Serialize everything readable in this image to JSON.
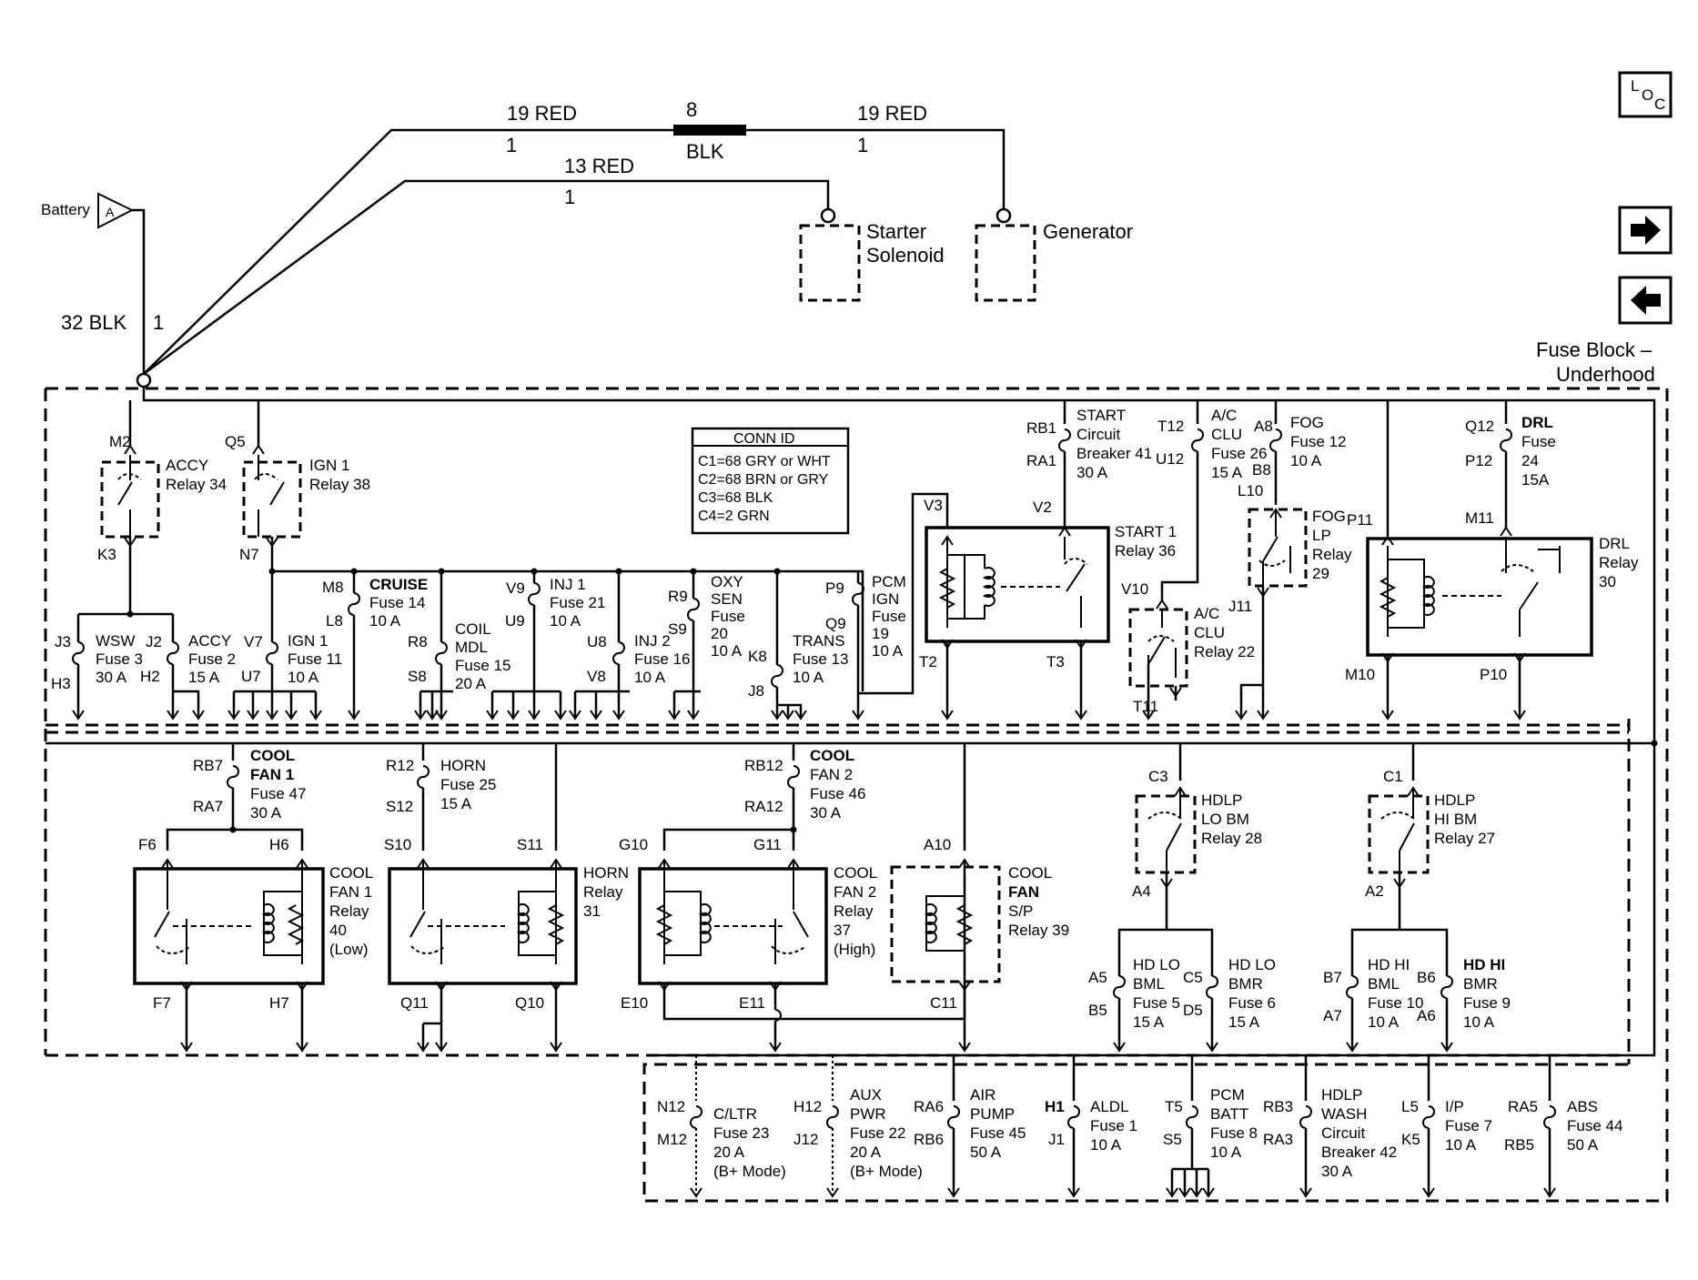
{
  "nav": {
    "loc": [
      "L",
      "O",
      "C"
    ],
    "next_icon": "arrow-right-icon",
    "prev_icon": "arrow-left-icon"
  },
  "top": {
    "battery": "Battery",
    "battery_tag": "A",
    "w1_label": "19 RED",
    "w1_pin": "1",
    "link_num": "8",
    "link_color": "BLK",
    "w2_label": "19 RED",
    "w2_pin": "1",
    "w3_label": "13 RED",
    "w3_pin": "1",
    "w4_label": "32 BLK",
    "w4_pin": "1",
    "starter": [
      "Starter",
      "Solenoid"
    ],
    "generator": "Generator"
  },
  "block_title": [
    "Fuse Block –",
    "Underhood"
  ],
  "conn_id": {
    "title": "CONN ID",
    "rows": [
      "C1=68 GRY or WHT",
      "C2=68 BRN or GRY",
      "C3=68 BLK",
      "C4=2 GRN"
    ]
  },
  "labels": {
    "accy_relay": [
      "ACCY",
      "Relay 34"
    ],
    "ign_relay": [
      "IGN 1",
      "Relay 38"
    ],
    "wsw": [
      "WSW",
      "Fuse 3",
      "30 A"
    ],
    "accy_fuse": [
      "ACCY",
      "Fuse 2",
      "15 A"
    ],
    "ign_fuse": [
      "IGN 1",
      "Fuse 11",
      "10 A"
    ],
    "cruise": [
      "CRUISE",
      "Fuse 14",
      "10 A"
    ],
    "coil": [
      "COIL",
      "MDL",
      "Fuse 15",
      "20 A"
    ],
    "inj1": [
      "INJ 1",
      "Fuse 21",
      "10 A"
    ],
    "inj2": [
      "INJ 2",
      "Fuse 16",
      "10 A"
    ],
    "oxy": [
      "OXY",
      "SEN",
      "Fuse",
      "20",
      "10 A"
    ],
    "trans": [
      "TRANS",
      "Fuse 13",
      "10 A"
    ],
    "pcm_ign": [
      "PCM",
      "IGN",
      "Fuse",
      "19",
      "10 A"
    ],
    "start_cb": [
      "START",
      "Circuit",
      "Breaker 41",
      "30 A"
    ],
    "ac_clu_fuse": [
      "A/C",
      "CLU",
      "Fuse 26",
      "15 A"
    ],
    "fog_fuse": [
      "FOG",
      "Fuse 12",
      "10 A"
    ],
    "drl_fuse": [
      "DRL",
      "Fuse",
      "24",
      "15A"
    ],
    "start_relay": [
      "START 1",
      "Relay 36"
    ],
    "ac_relay": [
      "A/C",
      "CLU",
      "Relay 22"
    ],
    "fog_relay": [
      "FOG",
      "LP",
      "Relay",
      "29"
    ],
    "drl_relay": [
      "DRL",
      "Relay",
      "30"
    ],
    "cool_fan1_fuse": [
      "COOL",
      "FAN 1",
      "Fuse 47",
      "30 A"
    ],
    "horn_fuse": [
      "HORN",
      "Fuse 25",
      "15 A"
    ],
    "cool_fan2_fuse": [
      "COOL",
      "FAN 2",
      "Fuse 46",
      "30 A"
    ],
    "cool_fan1_relay": [
      "COOL",
      "FAN 1",
      "Relay",
      "40",
      "(Low)"
    ],
    "horn_relay": [
      "HORN",
      "Relay",
      "31"
    ],
    "cool_fan2_relay": [
      "COOL",
      "FAN 2",
      "Relay",
      "37",
      "(High)"
    ],
    "cool_fan_sp": [
      "COOL",
      "FAN",
      "S/P",
      "Relay 39"
    ],
    "hdlp_lo_relay": [
      "HDLP",
      "LO BM",
      "Relay 28"
    ],
    "hdlp_hi_relay": [
      "HDLP",
      "HI BM",
      "Relay 27"
    ],
    "hd_lo_bml": [
      "HD LO",
      "BML",
      "Fuse 5",
      "15 A"
    ],
    "hd_lo_bmr": [
      "HD LO",
      "BMR",
      "Fuse 6",
      "15 A"
    ],
    "hd_hi_bml": [
      "HD HI",
      "BML",
      "Fuse 10",
      "10 A"
    ],
    "hd_hi_bmr": [
      "HD HI",
      "BMR",
      "Fuse 9",
      "10 A"
    ],
    "cltr": [
      "C/LTR",
      "Fuse 23",
      "20 A",
      "(B+ Mode)"
    ],
    "aux": [
      "AUX",
      "PWR",
      "Fuse 22",
      "20 A",
      "(B+ Mode)"
    ],
    "air": [
      "AIR",
      "PUMP",
      "Fuse 45",
      "50 A"
    ],
    "aldl": [
      "ALDL",
      "Fuse 1",
      "10 A"
    ],
    "pcm_batt": [
      "PCM",
      "BATT",
      "Fuse 8",
      "10 A"
    ],
    "hdlp_wash": [
      "HDLP",
      "WASH",
      "Circuit",
      "Breaker 42",
      "30 A"
    ],
    "ip": [
      "I/P",
      "Fuse 7",
      "10 A"
    ],
    "abs": [
      "ABS",
      "Fuse 44",
      "50 A"
    ]
  },
  "pins": {
    "M2": "M2",
    "Q5": "Q5",
    "K3": "K3",
    "N7": "N7",
    "J3": "J3",
    "H3": "H3",
    "J2": "J2",
    "H2": "H2",
    "V7": "V7",
    "U7": "U7",
    "M8": "M8",
    "L8": "L8",
    "R8": "R8",
    "S8": "S8",
    "V9": "V9",
    "U9": "U9",
    "U8": "U8",
    "V8": "V8",
    "R9": "R9",
    "S9": "S9",
    "K8": "K8",
    "J8": "J8",
    "P9": "P9",
    "Q9": "Q9",
    "V3": "V3",
    "T2": "T2",
    "T3": "T3",
    "RB1": "RB1",
    "RA1": "RA1",
    "V2": "V2",
    "T12": "T12",
    "U12": "U12",
    "V10": "V10",
    "T11": "T11",
    "A8": "A8",
    "B8": "B8",
    "L10": "L10",
    "J11": "J11",
    "P11": "P11",
    "Q12": "Q12",
    "P12": "P12",
    "M11": "M11",
    "M10": "M10",
    "P10": "P10",
    "RB7": "RB7",
    "RA7": "RA7",
    "F6": "F6",
    "H6": "H6",
    "F7": "F7",
    "H7": "H7",
    "R12": "R12",
    "S12": "S12",
    "S10": "S10",
    "S11": "S11",
    "Q11": "Q11",
    "Q10": "Q10",
    "RB12": "RB12",
    "RA12": "RA12",
    "G10": "G10",
    "G11": "G11",
    "A10": "A10",
    "E10": "E10",
    "E11": "E11",
    "C11": "C11",
    "C3": "C3",
    "A4": "A4",
    "A5": "A5",
    "B5": "B5",
    "C5": "C5",
    "D5": "D5",
    "C1": "C1",
    "A2": "A2",
    "B7": "B7",
    "A7": "A7",
    "B6": "B6",
    "A6": "A6",
    "N12": "N12",
    "M12": "M12",
    "H12": "H12",
    "J12": "J12",
    "RA6": "RA6",
    "RB6": "RB6",
    "H1": "H1",
    "J1": "J1",
    "T5": "T5",
    "S5": "S5",
    "RB3": "RB3",
    "RA3": "RA3",
    "L5": "L5",
    "K5": "K5",
    "RA5": "RA5",
    "RB5": "RB5"
  }
}
